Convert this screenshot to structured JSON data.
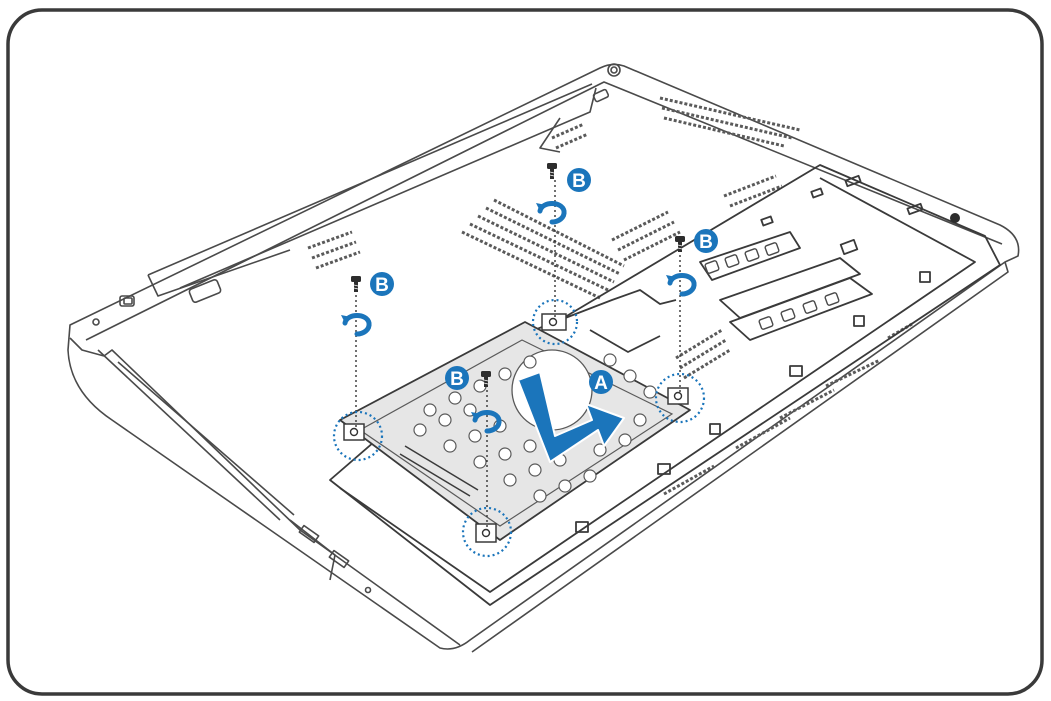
{
  "colors": {
    "frame": "#3a3a3a",
    "line": "#4a4a4a",
    "light_line": "#8a8a8a",
    "accent": "#1b75bb",
    "accent_fill": "#1b75bb",
    "drive_fill": "#e6e6e6",
    "vent": "#5a5a5a"
  },
  "icons": {
    "screw": "screw-icon",
    "rotate_arrow": "counterclockwise-arrow-icon",
    "slide_arrow": "slide-arrow-icon",
    "highlight": "dotted-circle-highlight"
  },
  "labels": {
    "step_a": "A",
    "step_b": "B"
  }
}
